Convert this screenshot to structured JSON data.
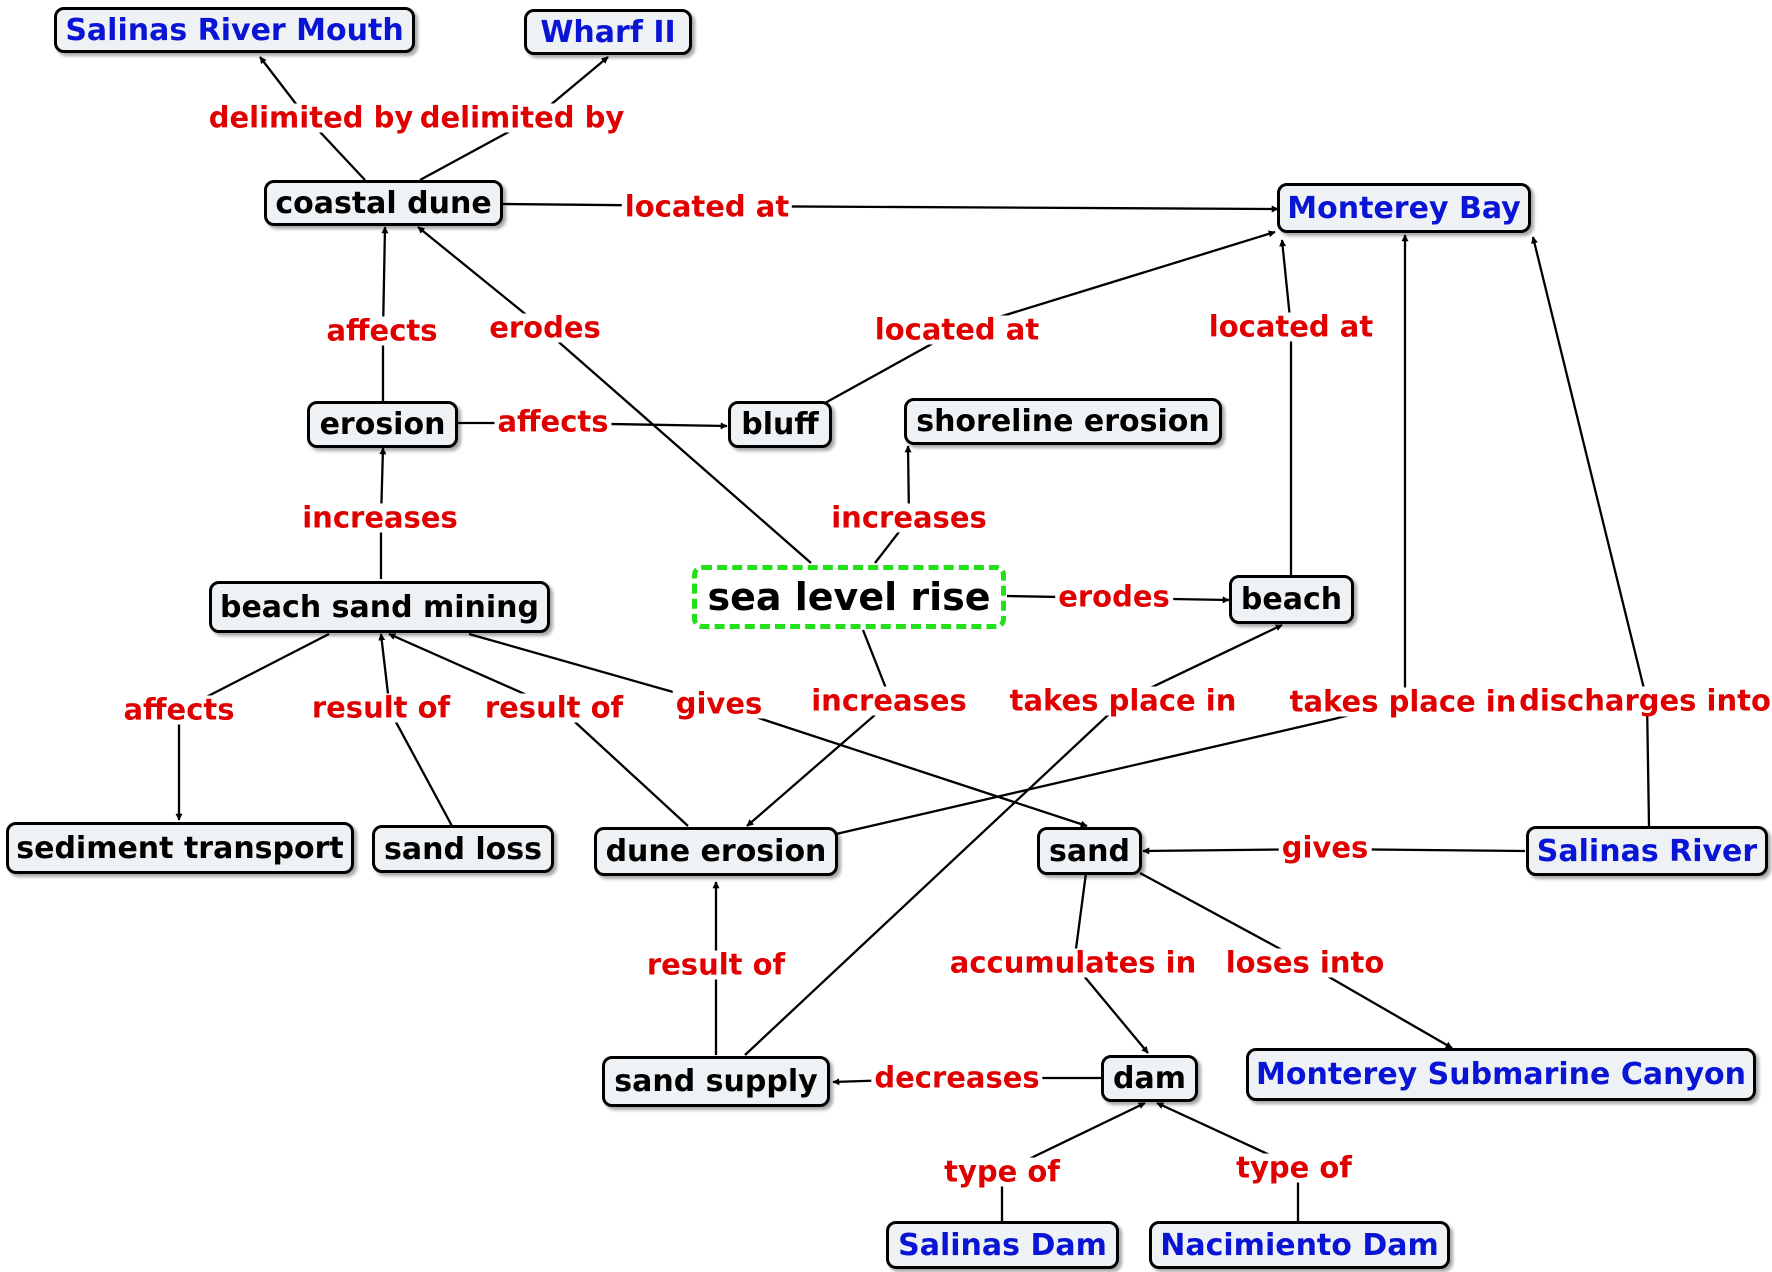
{
  "concept_map": {
    "nodes": {
      "salinas_river_mouth": "Salinas River Mouth",
      "wharf_ii": "Wharf II",
      "coastal_dune": "coastal dune",
      "monterey_bay": "Monterey Bay",
      "erosion": "erosion",
      "bluff": "bluff",
      "shoreline_erosion": "shoreline erosion",
      "beach_sand_mining": "beach sand mining",
      "sea_level_rise": "sea level rise",
      "beach": "beach",
      "sediment_transport": "sediment transport",
      "sand_loss": "sand loss",
      "dune_erosion": "dune erosion",
      "sand": "sand",
      "salinas_river": "Salinas River",
      "sand_supply": "sand supply",
      "dam": "dam",
      "monterey_submarine_canyon": "Monterey Submarine Canyon",
      "salinas_dam": "Salinas Dam",
      "nacimiento_dam": "Nacimiento Dam"
    },
    "links": {
      "delimited_by_1": "delimited by",
      "delimited_by_2": "delimited by",
      "located_at_1": "located at",
      "affects_1": "affects",
      "erodes_1": "erodes",
      "located_at_2": "located at",
      "located_at_3": "located at",
      "affects_2": "affects",
      "increases_1": "increases",
      "increases_2": "increases",
      "erodes_2": "erodes",
      "affects_3": "affects",
      "result_of_1": "result of",
      "result_of_2": "result of",
      "gives_1": "gives",
      "increases_3": "increases",
      "takes_place_in_1": "takes place in",
      "takes_place_in_2": "takes place in",
      "discharges_into": "discharges into",
      "gives_2": "gives",
      "result_of_3": "result of",
      "accumulates_in": "accumulates in",
      "loses_into": "loses into",
      "decreases": "decreases",
      "type_of_1": "type of",
      "type_of_2": "type of"
    },
    "colors": {
      "link_label": "#e00000",
      "place_node_text": "#0a14d4",
      "concept_node_text": "#000000",
      "node_fill": "#eef2f4",
      "focus_border": "#22e01a"
    }
  }
}
